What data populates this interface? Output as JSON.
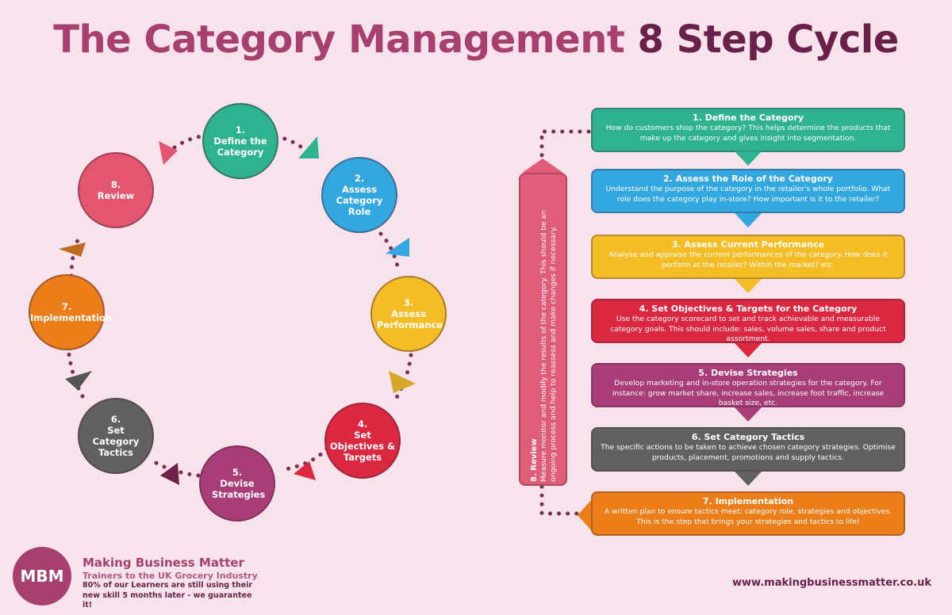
{
  "title": {
    "part1": "The Category Management",
    "part2": "8 Step Cycle"
  },
  "cycle": [
    {
      "num": "1.",
      "label": "Define the Category",
      "color": "#2db38f"
    },
    {
      "num": "2.",
      "label": "Assess Category Role",
      "color": "#33a7e0"
    },
    {
      "num": "3.",
      "label": "Assess Performance",
      "color": "#f4bd25"
    },
    {
      "num": "4.",
      "label": "Set Objectives & Targets",
      "color": "#dc2741"
    },
    {
      "num": "5.",
      "label": "Devise Strategies",
      "color": "#a93d77"
    },
    {
      "num": "6.",
      "label": "Set Category Tactics",
      "color": "#616161"
    },
    {
      "num": "7.",
      "label": "Implementation",
      "color": "#ec7e19"
    },
    {
      "num": "8.",
      "label": "Review",
      "color": "#e4566f"
    }
  ],
  "steps": [
    {
      "heading": "1. Define the Category",
      "description": "How do customers shop the category? This helps determine the products that make up the category and gives insight into segmentation.",
      "color": "#2fb28f"
    },
    {
      "heading": "2. Assess the Role of the Category",
      "description": "Understand the purpose of the category in the retailer's whole portfolio. What role does the category play in-store? How important is it to the retailer?",
      "color": "#33a7e0"
    },
    {
      "heading": "3. Assess Current Performance",
      "description": "Analyse and appraise the current performances of the category. How does it perform at the retailer? Within the market? etc.",
      "color": "#f4bd25"
    },
    {
      "heading": "4. Set Objectives & Targets for the Category",
      "description": "Use the category scorecard to set and track achievable and measurable category goals. This should include: sales, volume sales, share and product assortment.",
      "color": "#dc2741"
    },
    {
      "heading": "5. Devise Strategies",
      "description": "Develop marketing and in-store operation strategies for the category. For instance: grow market share, increase sales, increase foot traffic, increase basket size, etc.",
      "color": "#a93d77"
    },
    {
      "heading": "6. Set Category Tactics",
      "description": "The specific actions to be taken to achieve chosen category strategies. Optimise products, placement, promotions and supply tactics.",
      "color": "#616161"
    },
    {
      "heading": "7. Implementation",
      "description": "A written plan to ensure tactics meet: category role, strategies and objectives. This is the step that brings your strategies and tactics to life!",
      "color": "#ec7e19"
    }
  ],
  "review": {
    "heading": "8. Review",
    "description": "Measure monitor and modify the results of the category. This should be an ongoing process and help to reassess and make changes if necessary."
  },
  "footer": {
    "logo": "MBM",
    "brand": "Making Business Matter",
    "tagline": "Trainers to the UK Grocery Industry",
    "promo": "80% of our Learners are still using their new skill 5 months later - we guarantee it!",
    "website": "www.makingbusinessmatter.co.uk"
  }
}
